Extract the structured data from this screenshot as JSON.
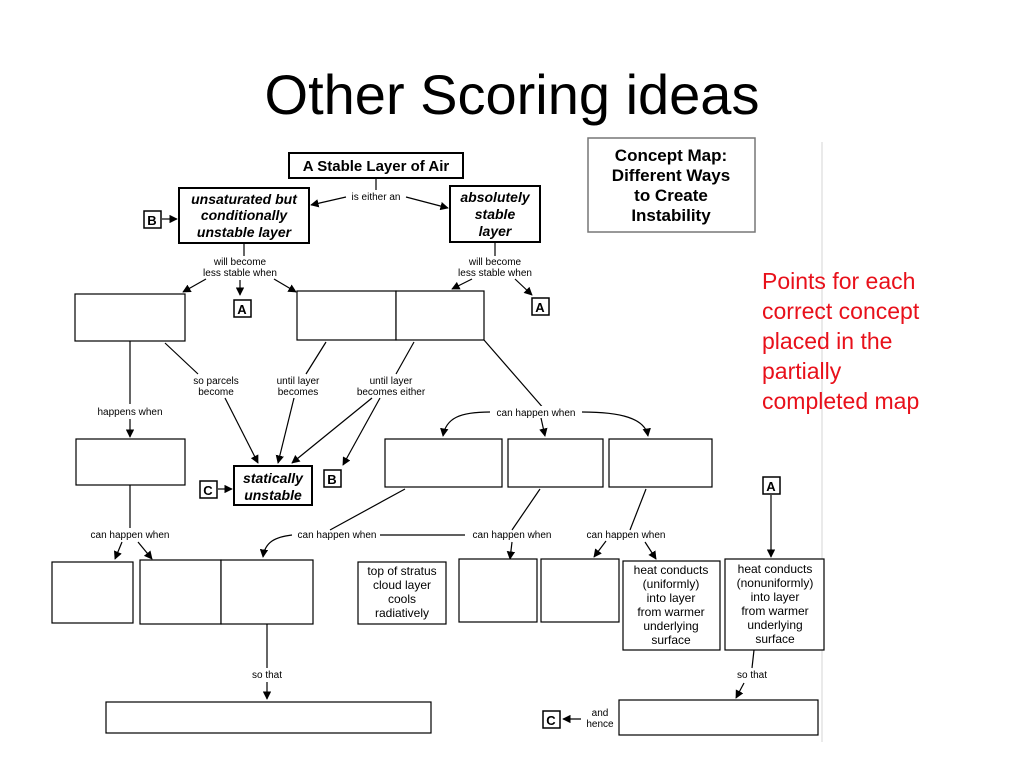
{
  "slide": {
    "title": "Other Scoring ideas",
    "note": [
      "Points for each",
      "correct concept",
      "placed in the",
      "partially",
      "completed map"
    ]
  },
  "concept_map": {
    "heading": [
      "Concept Map:",
      "Different Ways",
      "to Create",
      "Instability"
    ],
    "top_concept": "A Stable Layer of Air",
    "unsaturated": [
      "unsaturated but",
      "conditionally",
      "unstable layer"
    ],
    "absolute": [
      "absolutely",
      "stable",
      "layer"
    ],
    "statically": [
      "statically",
      "unstable"
    ],
    "stratus": [
      "top of stratus",
      "cloud layer",
      "cools",
      "radiatively"
    ],
    "heat_uniform": [
      "heat conducts",
      "(uniformly)",
      "into layer",
      "from warmer",
      "underlying",
      "surface"
    ],
    "heat_nonuniform": [
      "heat conducts",
      "(nonuniformly)",
      "into layer",
      "from warmer",
      "underlying",
      "surface"
    ],
    "tags": {
      "a": "A",
      "b": "B",
      "c": "C"
    },
    "links": {
      "is_either_an": "is either an",
      "will_become": [
        "will become",
        "less stable when"
      ],
      "so_parcels": [
        "so parcels",
        "become"
      ],
      "until_layer": [
        "until layer",
        "becomes"
      ],
      "until_layer_either": [
        "until layer",
        "becomes either"
      ],
      "happens_when": "happens when",
      "can_happen_when": "can happen when",
      "so_that": "so that",
      "and_hence": [
        "and",
        "hence"
      ]
    }
  }
}
